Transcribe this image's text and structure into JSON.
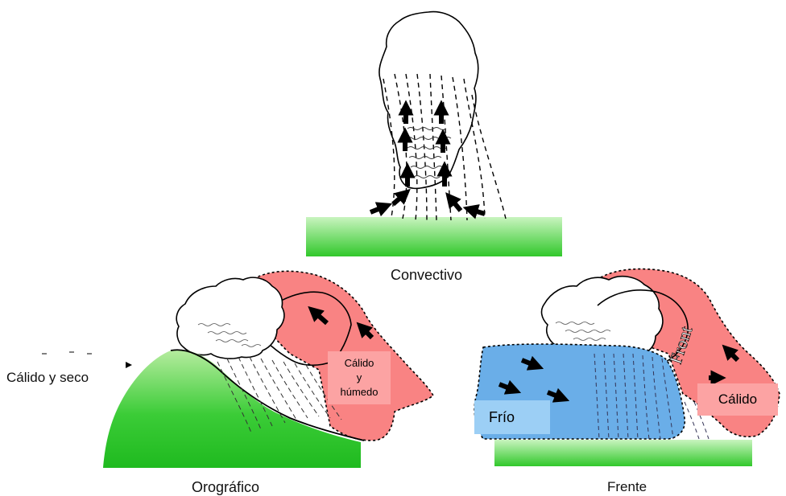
{
  "labels": {
    "convectivo": "Convectivo",
    "orografico": "Orográfico",
    "frente": "Frente",
    "calido_seco": "Cálido y seco",
    "calido_humedo_line1": "Cálido",
    "calido_humedo_line2": "y",
    "calido_humedo_line3": "húmedo",
    "frio": "Frío",
    "calido": "Cálido",
    "front_text": "Front"
  },
  "colors": {
    "ground_green": "#44d23c",
    "ground_green_light": "#c9f4bf",
    "warm_air": "#f98383",
    "warm_label_bg": "#fca3a3",
    "cold_air": "#6aaee8",
    "cold_label_bg": "#9ccff5",
    "mountain": "#29c12b"
  },
  "icons": [
    "cloud-icon",
    "arrow-icon",
    "mountain-icon",
    "rain-lines-icon"
  ]
}
